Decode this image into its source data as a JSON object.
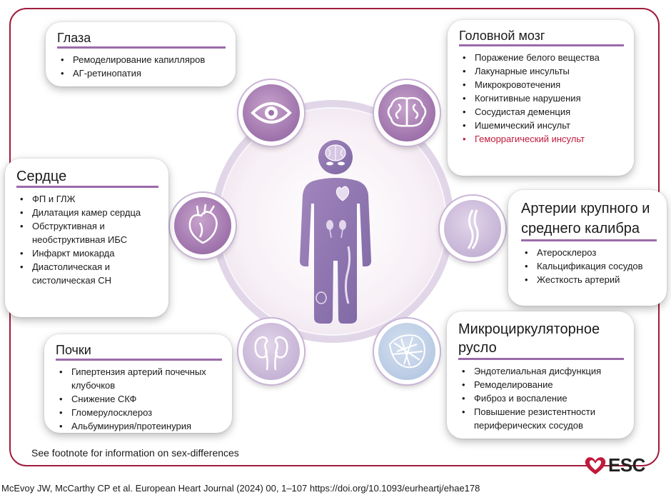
{
  "cards": {
    "eyes": {
      "title": "Глаза",
      "items": [
        "Ремоделирование капилляров",
        "АГ-ретинопатия"
      ]
    },
    "brain": {
      "title": "Головной мозг",
      "items": [
        "Поражение белого вещества",
        "Лакунарные инсульты",
        "Микрокровотечения",
        "Когнитивные нарушения",
        "Сосудистая деменция",
        "Ишемический инсульт",
        "Геморрагический инсульт"
      ]
    },
    "heart": {
      "title": "Сердце",
      "items": [
        "ФП и ГЛЖ",
        "Дилатация камер сердца",
        "Обструктивная и необструктивная ИБС",
        "Инфаркт миокарда",
        "Диастолическая и систолическая СН"
      ]
    },
    "arteries": {
      "title": "Артерии крупного и среднего калибра",
      "items": [
        "Атеросклероз",
        "Кальцификация сосудов",
        "Жесткость артерий"
      ]
    },
    "kidneys": {
      "title": "Почки",
      "items": [
        "Гипертензия артерий почечных клубочков",
        "Снижение СКФ",
        "Гломерулосклероз",
        "Альбуминурия/протеинурия"
      ]
    },
    "micro": {
      "title": "Микроциркуляторное русло",
      "items": [
        "Эндотелиальная дисфункция",
        "Ремоделирование",
        "Фиброз и воспаление",
        "Повышение резистентности периферических сосудов"
      ]
    }
  },
  "icons": {
    "eye": "eye-icon",
    "brain": "brain-icon",
    "heart": "heart-icon",
    "artery": "artery-icon",
    "kidney": "kidney-icon",
    "capillary": "capillary-icon",
    "body": "human-body-icon",
    "logo": "esc-heart-logo"
  },
  "colors": {
    "frame": "#a01c3c",
    "accent_line": "#9b6aaa",
    "highlight_text": "#c0193a",
    "body_figure": "#8e6fa8"
  },
  "footnote": "See footnote for information on sex-differences",
  "citation": "McEvoy JW, McCarthy CP et al. European Heart Journal (2024) 00, 1–107 https://doi.org/10.1093/eurheartj/ehae178",
  "logo_text": "ESC"
}
